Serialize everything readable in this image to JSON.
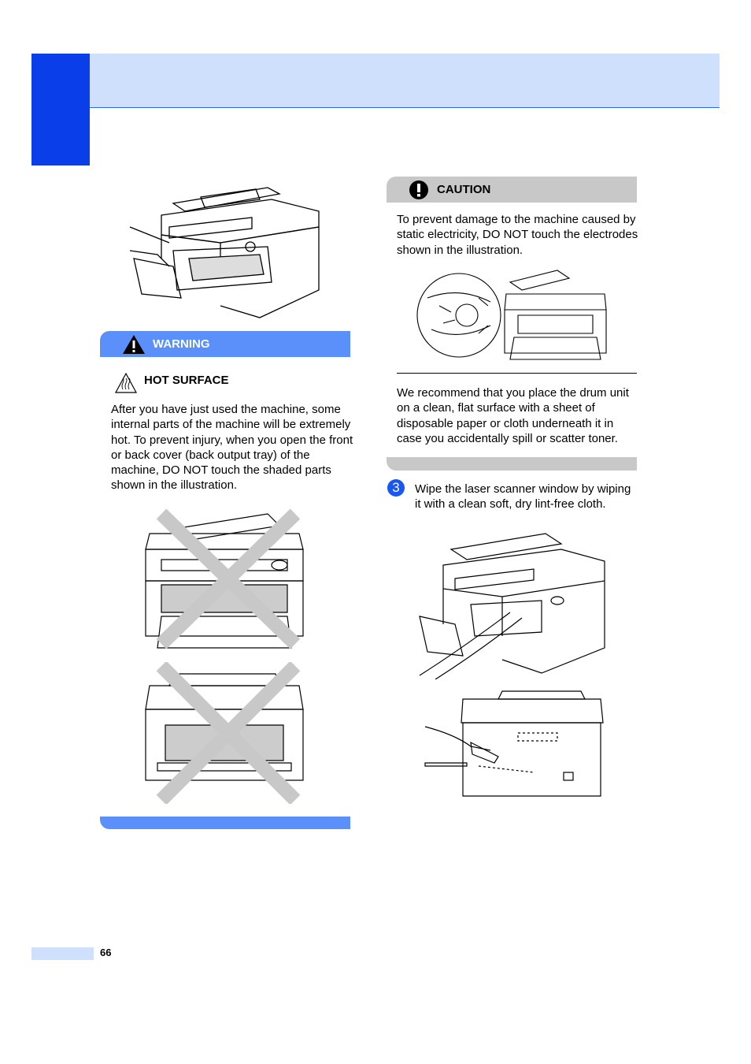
{
  "warning": {
    "label": "WARNING",
    "hot_surface_label": "HOT SURFACE",
    "text": "After you have just used the machine, some internal parts of the machine will be extremely hot. To prevent injury, when you open the front or back cover (back output tray) of the machine, DO NOT touch the shaded parts shown in the illustration."
  },
  "caution": {
    "label": "CAUTION",
    "text": "To prevent damage to the machine caused by static electricity, DO NOT touch the electrodes shown in the illustration."
  },
  "note": {
    "text": "We recommend that you place the drum unit on a clean, flat surface with a sheet of disposable paper or cloth underneath it in case you accidentally spill or scatter toner."
  },
  "step": {
    "number": "3",
    "text": "Wipe the laser scanner window by wiping it with a clean soft, dry lint-free cloth."
  },
  "footer": {
    "page_number": "66"
  },
  "colors": {
    "chapter_tab": "#0a3ee8",
    "header_band": "#cfe0fc",
    "warning_bar": "#5b8ff9",
    "caution_bar": "#c8c8c8"
  }
}
